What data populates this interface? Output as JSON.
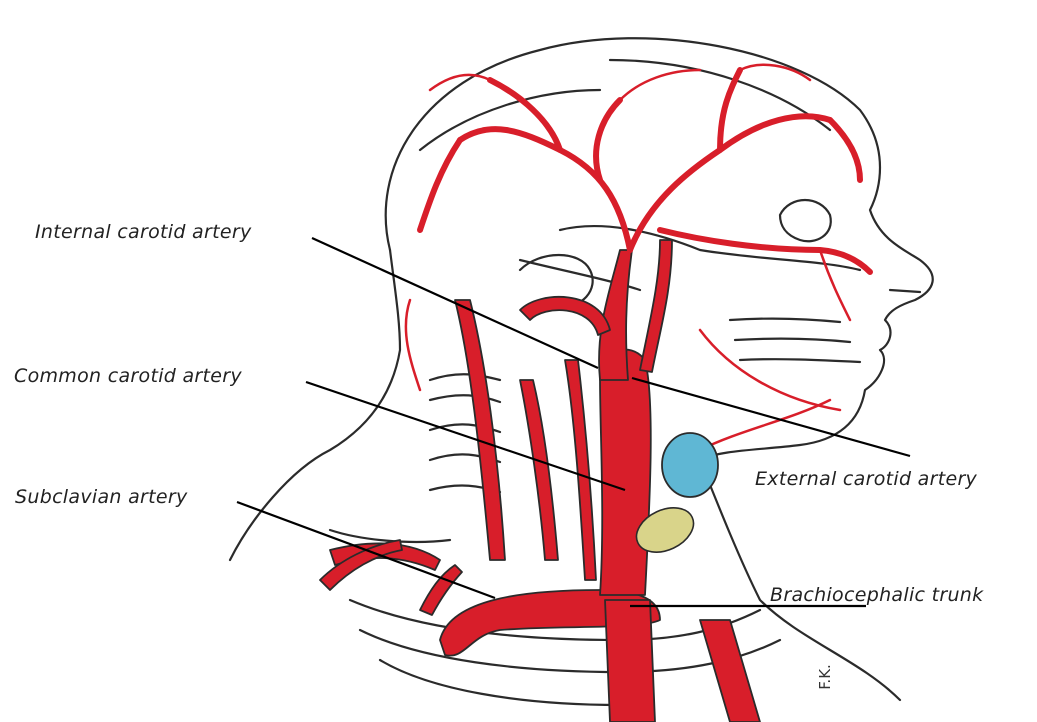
{
  "labels": {
    "internal_carotid": "Internal carotid artery",
    "common_carotid": "Common carotid artery",
    "subclavian": "Subclavian artery",
    "external_carotid": "External carotid artery",
    "brachiocephalic": "Brachiocephalic trunk"
  },
  "signature": "F.K.",
  "colors": {
    "artery": "#d81e2a",
    "outline": "#2b2b2b",
    "thyroid": "#5fb7d4",
    "gland": "#d9d48a"
  }
}
